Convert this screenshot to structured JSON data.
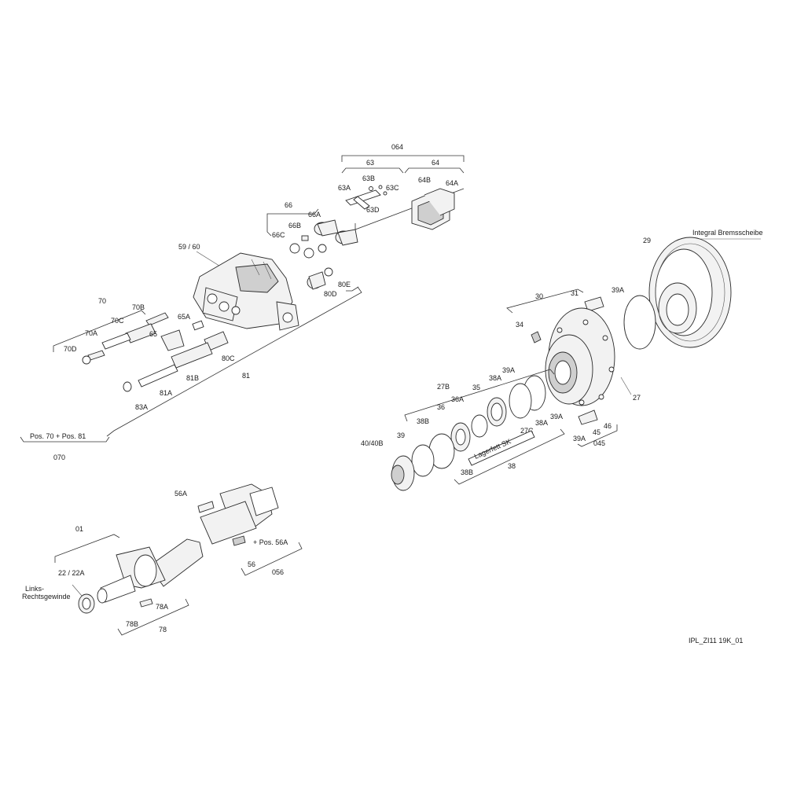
{
  "labels": {
    "l064": "064",
    "l63": "63",
    "l64": "64",
    "l63A": "63A",
    "l63B": "63B",
    "l63C": "63C",
    "l63D": "63D",
    "l64B": "64B",
    "l64A": "64A",
    "l66": "66",
    "l66A": "66A",
    "l66B": "66B",
    "l66C": "66C",
    "l5960": "59 / 60",
    "l80E": "80E",
    "l80D": "80D",
    "l70": "70",
    "l70B": "70B",
    "l70C": "70C",
    "l70A": "70A",
    "l70D": "70D",
    "l65A": "65A",
    "l65": "65",
    "l80C": "80C",
    "l81B": "81B",
    "l81A": "81A",
    "l83A": "83A",
    "l81": "81",
    "lPos7081": "Pos. 70 + Pos. 81",
    "l070": "070",
    "l29": "29",
    "lIntegral": "Integral Bremsscheibe",
    "l30": "30",
    "l31": "31",
    "l39A_a": "39A",
    "l34": "34",
    "l39A_b": "39A",
    "l38A_a": "38A",
    "l27B": "27B",
    "l35": "35",
    "l36A": "36A",
    "l36": "36",
    "l38B_a": "38B",
    "l39A_c": "39A",
    "l38A_b": "38A",
    "l27C": "27C",
    "l39": "39",
    "l4040B": "40/40B",
    "lLagerfett": "Lagerfett SK",
    "l38B_b": "38B",
    "l38": "38",
    "l27": "27",
    "l46": "46",
    "l45": "45",
    "l39A_d": "39A",
    "l045": "045",
    "l56A": "56A",
    "lPos56A": "+ Pos. 56A",
    "l56": "56",
    "l056": "056",
    "l01": "01",
    "l2222A": "22 / 22A",
    "lLinks": "Links-",
    "lRechts": "Rechtsgewinde",
    "l78A": "78A",
    "l78B": "78B",
    "l78": "78",
    "footer": "IPL_ZI11 19K_01"
  }
}
